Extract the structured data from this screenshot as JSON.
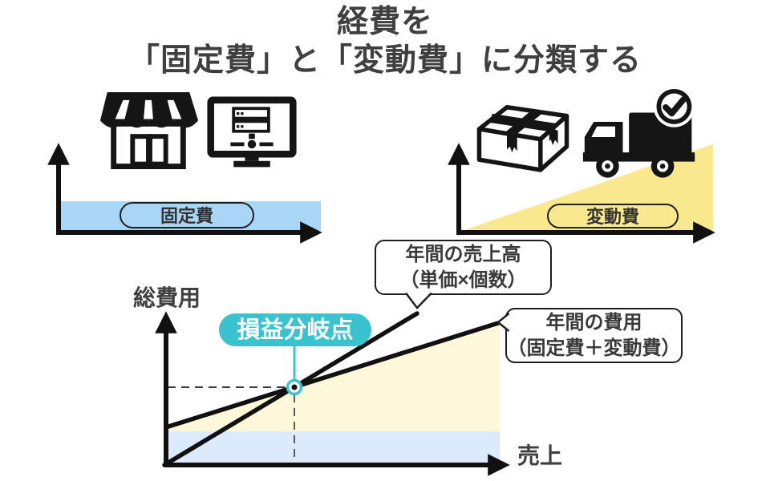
{
  "title": {
    "line1": "経費を",
    "line2": "「固定費」と「変動費」に分類する"
  },
  "colors": {
    "fixed_blue": "#a9d5f6",
    "variable_yellow": "#fae88f",
    "pale_yellow": "#fdf8d9",
    "pale_blue": "#dcebfc",
    "accent_cyan": "#3ac3cf",
    "text_dark": "#3f3f3f",
    "icon_black": "#151515"
  },
  "fixed_cost_panel": {
    "label": "固定費",
    "icons": [
      "storefront-icon",
      "desktop-server-icon"
    ]
  },
  "variable_cost_panel": {
    "label": "変動費",
    "icons": [
      "package-box-icon",
      "delivery-truck-icon",
      "check-badge-icon"
    ]
  },
  "break_even_chart": {
    "y_axis_label": "総費用",
    "x_axis_label": "売上",
    "break_even_label": "損益分岐点",
    "sales_line_bubble": {
      "line1": "年間の売上高",
      "line2": "（単価×個数）"
    },
    "cost_line_bubble": {
      "line1": "年間の費用",
      "line2": "（固定費＋変動費）"
    }
  }
}
